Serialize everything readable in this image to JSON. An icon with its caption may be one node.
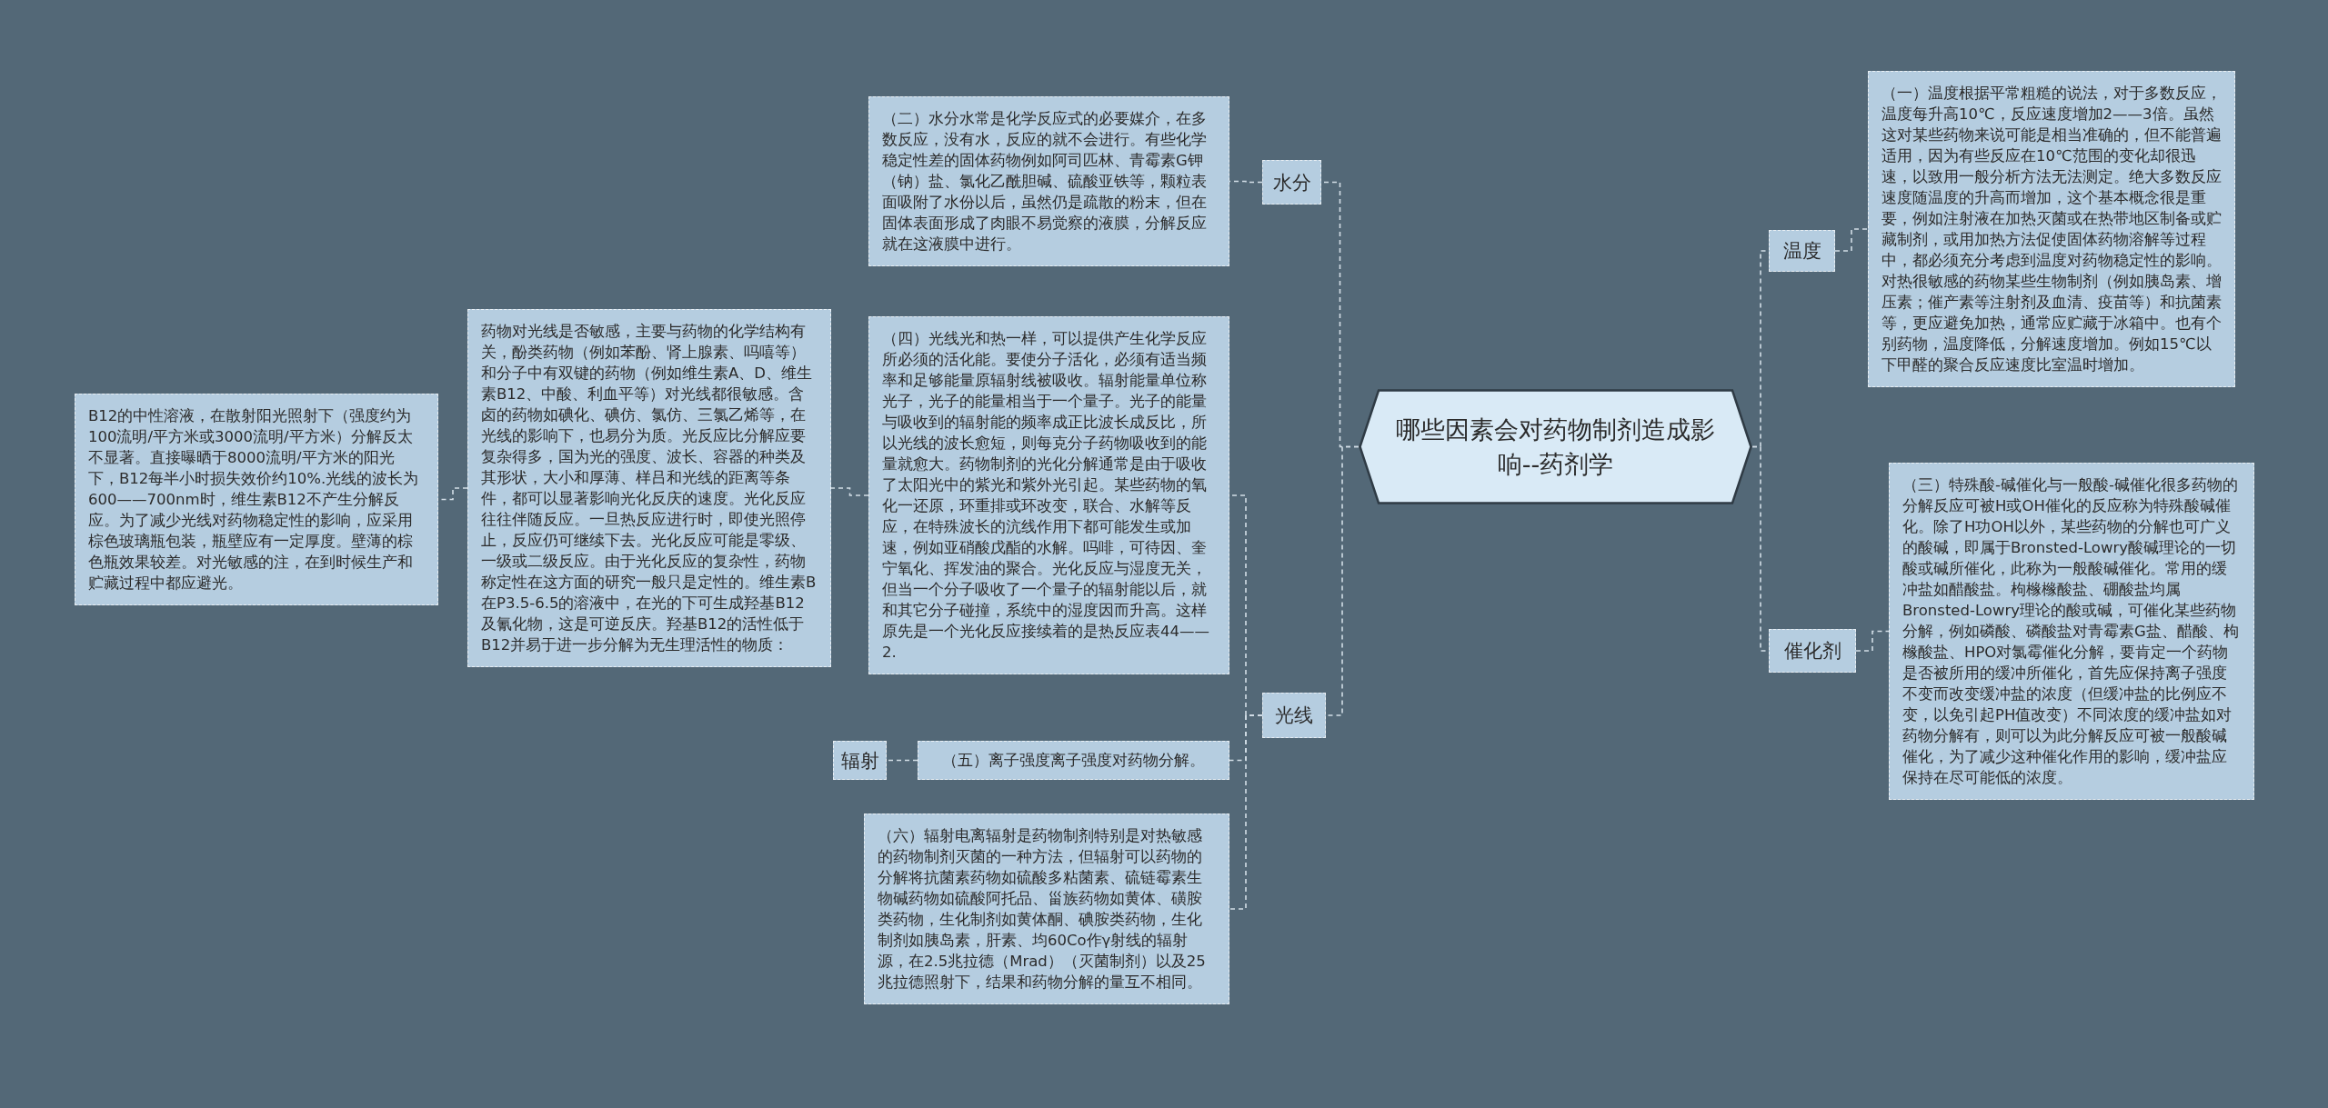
{
  "diagram": {
    "nodes": [
      {
        "text": [
          "哪些因素会对药物制剂造成影响--药剂学"
        ]
      },
      {
        "text": [
          "温度"
        ]
      },
      {
        "text": [
          "（一）温度根据平常粗糙的说法，对于多数反应，温度每升高10℃，反应速度增加2——3倍。虽然这对某些药物来说可能是相当准确的，但不能普遍适用，因为有些反应在10℃范围的变化却很迅速，以致用一般分析方法无法测定。绝大多数反应速度随温度的升高而增加，这个基本概念很是重要，例如注射液在加热灭菌或在热带地区制备或贮藏制剂，或用加热方法促使固体药物溶解等过程中，都必须充分考虑到温度对药物稳定性的影响。对热很敏感的药物某些生物制剂（例如胰岛素、增压素；催产素等注射剂及血清、疫苗等）和抗菌素等，更应避免加热，通常应贮藏于冰箱中。也有个别药物，温度降低，分解速度增加。例如15℃以下甲醛的聚合反应速度比室温时增加。"
        ]
      },
      {
        "text": [
          "催化剂"
        ]
      },
      {
        "text": [
          "（三）特殊酸-碱催化与一般酸-碱催化很多药物的分解反应可被H或OH催化的反应称为特殊酸碱催化。除了H功OH以外，某些药物的分解也可广义的酸碱，即属于Bronsted-Lowry酸碱理论的一切酸或碱所催化，此称为一般酸碱催化。常用的缓冲盐如醋酸盐。枸橼橼酸盐、硼酸盐均属Bronsted-Lowry理论的酸或碱，可催化某些药物分解，例如磷酸、磷酸盐对青霉素G盐、醋酸、枸橼酸盐、HPO对氯霉催化分解，要肯定一个药物是否被所用的缓冲所催化，首先应保持离子强度不变而改变缓冲盐的浓度（但缓冲盐的比例应不变，以免引起PH值改变）不同浓度的缓冲盐如对药物分解有，则可以为此分解反应可被一般酸碱催化，为了减少这种催化作用的影响，缓冲盐应保持在尽可能低的浓度。"
        ]
      },
      {
        "text": [
          "水分"
        ]
      },
      {
        "text": [
          "（二）水分水常是化学反应式的必要媒介，在多数反应，没有水，反应的就不会进行。有些化学稳定性差的固体药物例如阿司匹林、青霉素G钾（钠）盐、氯化乙酰胆碱、硫酸亚铁等，颗粒表面吸附了水份以后，虽然仍是疏散的粉末，但在固体表面形成了肉眼不易觉察的液膜，分解反应就在这液膜中进行。"
        ]
      },
      {
        "text": [
          "光线"
        ]
      },
      {
        "text": [
          "（四）光线光和热一样，可以提供产生化学反应所必须的活化能。要使分子活化，必须有适当频率和足够能量原辐射线被吸收。辐射能量单位称光子，光子的能量相当于一个量子。光子的能量与吸收到的辐射能的频率成正比波长成反比，所以光线的波长愈短，则每克分子药物吸收到的能量就愈大。药物制剂的光化分解通常是由于吸收了太阳光中的紫光和紫外光引起。某些药物的氧化一还原，环重排或环改变，联合、水解等反应，在特殊波长的沆线作用下都可能发生或加速，例如亚硝酸戊酯的水解。吗啡，可待因、奎宁氧化、挥发油的聚合。光化反应与湿度无关，但当一个分子吸收了一个量子的辐射能以后，就和其它分子碰撞，系统中的湿度因而升高。这样原先是一个光化反应接续着的是热反应表44——2."
        ]
      },
      {
        "text": [
          "药物对光线是否敏感，主要与药物的化学结构有关，酚类药物（例如苯酚、肾上腺素、吗嘻等）和分子中有双键的药物（例如维生素A、D、维生素B12、中酸、利血平等）对光线都很敏感。含卤的药物如碘化、碘仿、氯仿、三氯乙烯等，在光线的影响下，也易分为质。光反应比分解应要复杂得多，国为光的强度、波长、容器的种类及其形状，大小和厚薄、样吕和光线的距离等条件，都可以显著影响光化反庆的速度。光化反应往往伴随反应。一旦热反应进行时，即使光照停止，反应仍可继续下去。光化反应可能是零级、一级或二级反应。由于光化反应的复杂性，药物称定性在这方面的研究一般只是定性的。维生素B在P3.5-6.5的溶液中，在光的下可生成羟基B12及氰化物，这是可逆反庆。羟基B12的活性低于B12并易于进一步分解为无生理活性的物质："
        ]
      },
      {
        "text": [
          "B12的中性溶液，在散射阳光照射下（强度约为100流明/平方米或3000流明/平方米）分解反太不显著。直接曝晒于8000流明/平方米的阳光下，B12每半小时损失效价约10%.光线的波长为600——700nm时，维生素B12不产生分解反应。为了减少光线对药物稳定性的影响，应采用棕色玻璃瓶包装，瓶壁应有一定厚度。壁薄的棕色瓶效果较差。对光敏感的注，在到时候生产和贮藏过程中都应避光。"
        ]
      },
      {
        "text": [
          "（五）离子强度离子强度对药物分解。"
        ]
      },
      {
        "text": [
          "辐射"
        ]
      },
      {
        "text": [
          "（六）辐射电离辐射是药物制剂特别是对热敏感的药物制剂灭菌的一种方法，但辐射可以药物的分解将抗菌素药物如硫酸多粘菌素、硫链霉素生物碱药物如硫酸阿托品、甾族药物如黄体、磺胺类药物，生化制剂如黄体酮、碘胺类药物，生化制剂如胰岛素，肝素、均60Co作γ射线的辐射源，在2.5兆拉德（Mrad）（灭菌制剂）以及25兆拉德照射下，结果和药物分解的量互不相同。"
        ]
      }
    ],
    "edges": [
      {
        "from": 0,
        "to": 1,
        "arrow": "none"
      },
      {
        "from": 1,
        "to": 2,
        "arrow": "none"
      },
      {
        "from": 0,
        "to": 3,
        "arrow": "none"
      },
      {
        "from": 3,
        "to": 4,
        "arrow": "none"
      },
      {
        "from": 0,
        "to": 5,
        "arrow": "none"
      },
      {
        "from": 5,
        "to": 6,
        "arrow": "none"
      },
      {
        "from": 0,
        "to": 7,
        "arrow": "none"
      },
      {
        "from": 7,
        "to": 8,
        "arrow": "none"
      },
      {
        "from": 8,
        "to": 9,
        "arrow": "none"
      },
      {
        "from": 9,
        "to": 10,
        "arrow": "none"
      },
      {
        "from": 7,
        "to": 11,
        "arrow": "none"
      },
      {
        "from": 11,
        "to": 12,
        "arrow": "none"
      },
      {
        "from": 7,
        "to": 13,
        "arrow": "none"
      }
    ]
  }
}
